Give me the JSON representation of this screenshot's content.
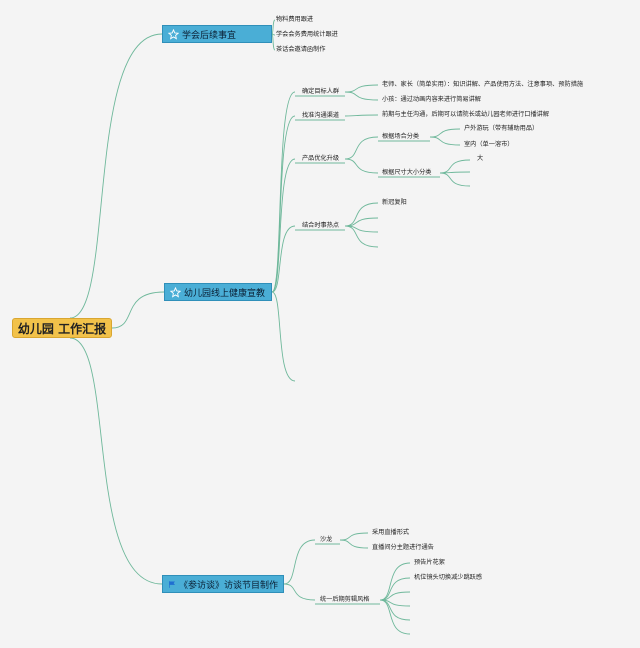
{
  "root": {
    "label": "幼儿园 工作汇报"
  },
  "branches": {
    "xuehui": {
      "label": "学会后续事宜",
      "icon": "star-outline-icon",
      "items": [
        "物料费用跟进",
        "学会会务费用统计跟进",
        "茶话会邀请函制作"
      ]
    },
    "online": {
      "label": "幼儿园线上健康宣教",
      "icon": "star-outline-icon",
      "target": {
        "label": "确定目标人群",
        "items": [
          "老师、家长（简单实用）：知识讲解、产品使用方法、注意事项、预防措施",
          "小孩：通过动画内容来进行简易讲解"
        ]
      },
      "channel": {
        "label": "找准沟通渠道",
        "note": "前期与主任沟通，后期可以请院长或幼儿园老师进行口播讲解"
      },
      "product": {
        "label": "产品优化升级",
        "scene": {
          "label": "根据场合分类",
          "items": [
            "户外游玩（带有辅助用品）",
            "室内（单一溶市）"
          ]
        },
        "size": {
          "label": "根据尺寸大小分类",
          "items": [
            "大"
          ]
        }
      },
      "hot": {
        "label": "结合时事热点",
        "items": [
          "新冠复阳"
        ]
      }
    },
    "interview": {
      "label": "《参访谈》访谈节目制作",
      "icon": "flag-icon",
      "salon": {
        "label": "沙龙",
        "items": [
          "采用直播形式",
          "直播间分主题进行通告"
        ]
      },
      "edit": {
        "label": "统一后期剪辑风格",
        "items": [
          "预告片花絮",
          "机位镜头切换减少跳跃感"
        ]
      }
    }
  },
  "colors": {
    "line": "#6fb89b",
    "branch": "#4aaed6",
    "root": "#f2c24a",
    "flag": "#1f6fd1"
  }
}
